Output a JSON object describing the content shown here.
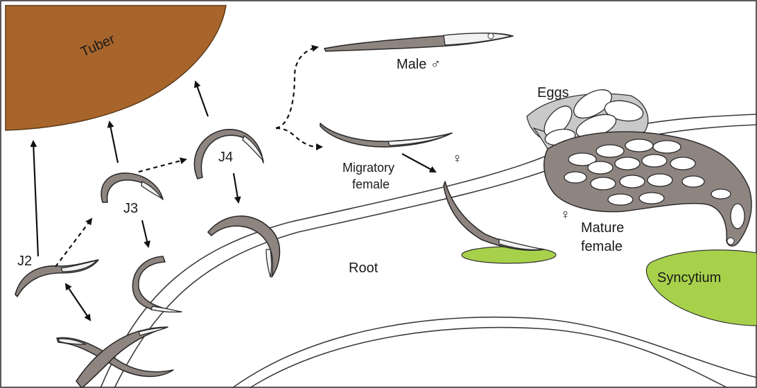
{
  "labels": {
    "tuber": "Tuber",
    "j2": "J2",
    "j3": "J3",
    "j4": "J4",
    "male": "Male ♂",
    "migratory_female_line1": "Migratory",
    "migratory_female_line2": "female",
    "female_symbol_migratory": "♀",
    "eggs": "Eggs",
    "female_symbol_mature": "♀",
    "mature_female_line1": "Mature",
    "mature_female_line2": "female",
    "root": "Root",
    "syncytium": "Syncytium"
  },
  "colors": {
    "tuber": "#a8652b",
    "worm": "#8f8580",
    "syncytium": "#a7d14b",
    "egg_sac": "#c9c9c9",
    "female_body": "#8f8580"
  }
}
